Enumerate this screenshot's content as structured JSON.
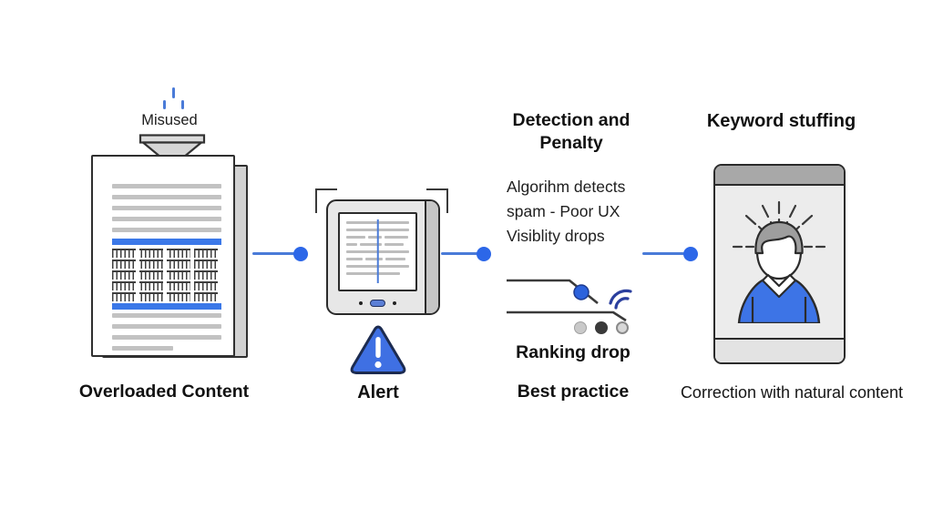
{
  "palette": {
    "accent_blue": "#2c67e8",
    "bar_blue": "#3b78e8",
    "sweater_blue": "#3d74e6",
    "triangle_blue": "#3f70e3",
    "outline_dark": "#2b2b2b"
  },
  "stage_overload": {
    "funnel_label": "Misused",
    "caption": "Overloaded Content"
  },
  "stage_alert": {
    "caption": "Alert"
  },
  "stage_detection": {
    "title": "Detection and Penalty",
    "body_line1": "Algorihm detects",
    "body_line2": "spam - Poor UX",
    "body_line3": "Visiblity drops",
    "chart_caption": "Ranking drop",
    "caption": "Best practice"
  },
  "stage_correction": {
    "title": "Keyword stuffing",
    "caption": "Correction with natural content"
  }
}
